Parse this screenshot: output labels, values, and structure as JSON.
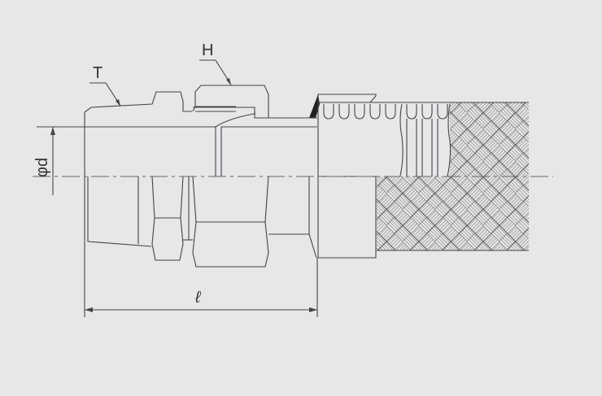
{
  "diagram": {
    "labels": {
      "thread": "T",
      "hex": "H",
      "diameter": "φd",
      "length": "ℓ"
    },
    "colors": {
      "background": "#e6e7e9",
      "line": "#444444"
    }
  }
}
